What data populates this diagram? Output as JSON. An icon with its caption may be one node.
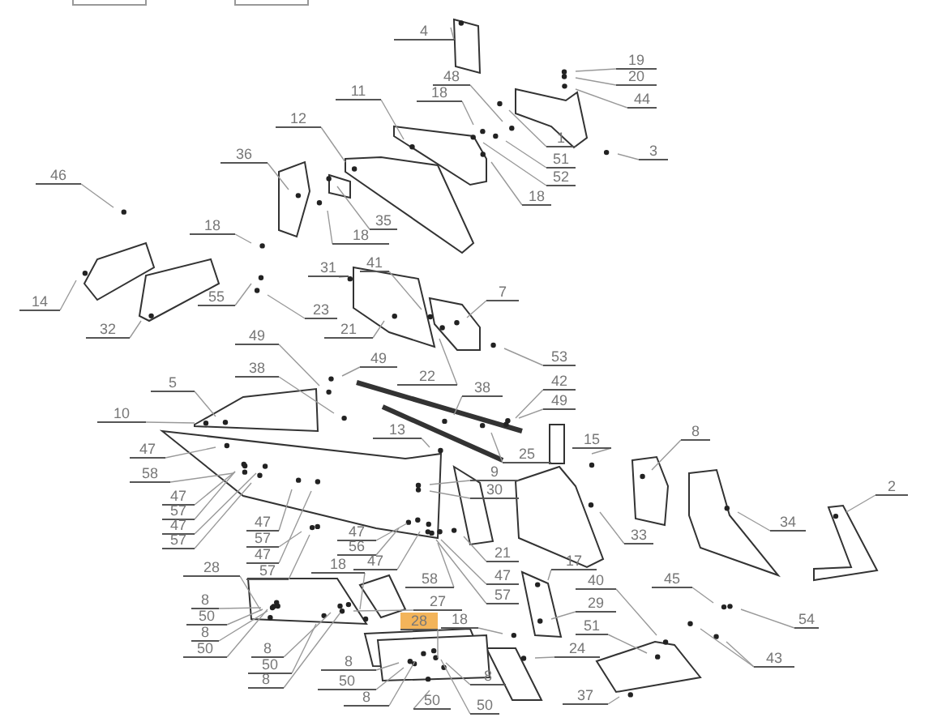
{
  "diagram": {
    "nodes": [
      {
        "text": [
          "4"
        ]
      },
      {
        "text": [
          "19"
        ]
      },
      {
        "text": [
          "48"
        ]
      },
      {
        "text": [
          "20"
        ]
      },
      {
        "text": [
          "11"
        ]
      },
      {
        "text": [
          "18"
        ]
      },
      {
        "text": [
          "44"
        ]
      },
      {
        "text": [
          "12"
        ]
      },
      {
        "text": [
          "1"
        ]
      },
      {
        "text": [
          "3"
        ]
      },
      {
        "text": [
          "36"
        ]
      },
      {
        "text": [
          "51"
        ]
      },
      {
        "text": [
          "46"
        ]
      },
      {
        "text": [
          "52"
        ]
      },
      {
        "text": [
          "18"
        ]
      },
      {
        "text": [
          "35"
        ]
      },
      {
        "text": [
          "18"
        ]
      },
      {
        "text": [
          "18"
        ]
      },
      {
        "text": [
          "31"
        ]
      },
      {
        "text": [
          "41"
        ]
      },
      {
        "text": [
          "7"
        ]
      },
      {
        "text": [
          "55"
        ]
      },
      {
        "text": [
          "14"
        ]
      },
      {
        "text": [
          "23"
        ]
      },
      {
        "text": [
          "32"
        ]
      },
      {
        "text": [
          "21"
        ]
      },
      {
        "text": [
          "49"
        ]
      },
      {
        "text": [
          "53"
        ]
      },
      {
        "text": [
          "49"
        ]
      },
      {
        "text": [
          "38"
        ]
      },
      {
        "text": [
          "22"
        ]
      },
      {
        "text": [
          "42"
        ]
      },
      {
        "text": [
          "5"
        ]
      },
      {
        "text": [
          "38"
        ]
      },
      {
        "text": [
          "49"
        ]
      },
      {
        "text": [
          "10"
        ]
      },
      {
        "text": [
          "13"
        ]
      },
      {
        "text": [
          "8"
        ]
      },
      {
        "text": [
          "15"
        ]
      },
      {
        "text": [
          "47"
        ]
      },
      {
        "text": [
          "25"
        ]
      },
      {
        "text": [
          "9"
        ]
      },
      {
        "text": [
          "58"
        ]
      },
      {
        "text": [
          "2"
        ]
      },
      {
        "text": [
          "30"
        ]
      },
      {
        "text": [
          "47"
        ]
      },
      {
        "text": [
          "57"
        ]
      },
      {
        "text": [
          "47"
        ]
      },
      {
        "text": [
          "34"
        ]
      },
      {
        "text": [
          "47"
        ]
      },
      {
        "text": [
          "47"
        ]
      },
      {
        "text": [
          "33"
        ]
      },
      {
        "text": [
          "57"
        ]
      },
      {
        "text": [
          "57"
        ]
      },
      {
        "text": [
          "56"
        ]
      },
      {
        "text": [
          "21"
        ]
      },
      {
        "text": [
          "47"
        ]
      },
      {
        "text": [
          "17"
        ]
      },
      {
        "text": [
          "47"
        ]
      },
      {
        "text": [
          "18"
        ]
      },
      {
        "text": [
          "28"
        ]
      },
      {
        "text": [
          "57"
        ]
      },
      {
        "text": [
          "47"
        ]
      },
      {
        "text": [
          "58"
        ]
      },
      {
        "text": [
          "40"
        ]
      },
      {
        "text": [
          "45"
        ]
      },
      {
        "text": [
          "57"
        ]
      },
      {
        "text": [
          "8"
        ]
      },
      {
        "text": [
          "27"
        ]
      },
      {
        "text": [
          "29"
        ]
      },
      {
        "text": [
          "50"
        ]
      },
      {
        "text": [
          "18"
        ]
      },
      {
        "text": [
          "28"
        ]
      },
      {
        "text": [
          "54"
        ]
      },
      {
        "text": [
          "51"
        ]
      },
      {
        "text": [
          "8"
        ]
      },
      {
        "text": [
          "50"
        ]
      },
      {
        "text": [
          "8"
        ]
      },
      {
        "text": [
          "24"
        ]
      },
      {
        "text": [
          "43"
        ]
      },
      {
        "text": [
          "8"
        ]
      },
      {
        "text": [
          "50"
        ]
      },
      {
        "text": [
          "8"
        ]
      },
      {
        "text": [
          "8"
        ]
      },
      {
        "text": [
          "50"
        ]
      },
      {
        "text": [
          "37"
        ]
      },
      {
        "text": [
          "8"
        ]
      },
      {
        "text": [
          "50"
        ]
      },
      {
        "text": [
          "50"
        ]
      }
    ],
    "edges": [
      {
        "from": 0,
        "to": null,
        "arrow": "none"
      },
      {
        "from": 1,
        "to": null,
        "arrow": "none"
      },
      {
        "from": 2,
        "to": null,
        "arrow": "none"
      },
      {
        "from": 3,
        "to": null,
        "arrow": "none"
      },
      {
        "from": 4,
        "to": null,
        "arrow": "none"
      },
      {
        "from": 5,
        "to": null,
        "arrow": "none"
      },
      {
        "from": 6,
        "to": null,
        "arrow": "none"
      },
      {
        "from": 7,
        "to": null,
        "arrow": "none"
      },
      {
        "from": 8,
        "to": null,
        "arrow": "none"
      },
      {
        "from": 9,
        "to": null,
        "arrow": "none"
      },
      {
        "from": 10,
        "to": null,
        "arrow": "none"
      },
      {
        "from": 11,
        "to": null,
        "arrow": "none"
      },
      {
        "from": 12,
        "to": null,
        "arrow": "none"
      },
      {
        "from": 13,
        "to": null,
        "arrow": "none"
      },
      {
        "from": 14,
        "to": null,
        "arrow": "none"
      },
      {
        "from": 15,
        "to": null,
        "arrow": "none"
      },
      {
        "from": 16,
        "to": null,
        "arrow": "none"
      },
      {
        "from": 17,
        "to": null,
        "arrow": "none"
      },
      {
        "from": 18,
        "to": null,
        "arrow": "none"
      },
      {
        "from": 19,
        "to": null,
        "arrow": "none"
      },
      {
        "from": 20,
        "to": null,
        "arrow": "none"
      },
      {
        "from": 21,
        "to": null,
        "arrow": "none"
      },
      {
        "from": 22,
        "to": null,
        "arrow": "none"
      },
      {
        "from": 23,
        "to": null,
        "arrow": "none"
      },
      {
        "from": 24,
        "to": null,
        "arrow": "none"
      },
      {
        "from": 25,
        "to": null,
        "arrow": "none"
      },
      {
        "from": 26,
        "to": null,
        "arrow": "none"
      },
      {
        "from": 27,
        "to": null,
        "arrow": "none"
      },
      {
        "from": 28,
        "to": null,
        "arrow": "none"
      },
      {
        "from": 29,
        "to": null,
        "arrow": "none"
      },
      {
        "from": 30,
        "to": null,
        "arrow": "none"
      },
      {
        "from": 31,
        "to": null,
        "arrow": "none"
      },
      {
        "from": 32,
        "to": null,
        "arrow": "none"
      },
      {
        "from": 33,
        "to": null,
        "arrow": "none"
      },
      {
        "from": 34,
        "to": null,
        "arrow": "none"
      },
      {
        "from": 35,
        "to": null,
        "arrow": "none"
      },
      {
        "from": 36,
        "to": null,
        "arrow": "none"
      },
      {
        "from": 37,
        "to": null,
        "arrow": "none"
      },
      {
        "from": 38,
        "to": null,
        "arrow": "none"
      },
      {
        "from": 39,
        "to": null,
        "arrow": "none"
      },
      {
        "from": 40,
        "to": null,
        "arrow": "none"
      },
      {
        "from": 41,
        "to": null,
        "arrow": "none"
      },
      {
        "from": 42,
        "to": null,
        "arrow": "none"
      },
      {
        "from": 43,
        "to": null,
        "arrow": "none"
      },
      {
        "from": 44,
        "to": null,
        "arrow": "none"
      },
      {
        "from": 45,
        "to": null,
        "arrow": "none"
      },
      {
        "from": 46,
        "to": null,
        "arrow": "none"
      },
      {
        "from": 47,
        "to": null,
        "arrow": "none"
      },
      {
        "from": 48,
        "to": null,
        "arrow": "none"
      },
      {
        "from": 49,
        "to": null,
        "arrow": "none"
      },
      {
        "from": 50,
        "to": null,
        "arrow": "none"
      },
      {
        "from": 51,
        "to": null,
        "arrow": "none"
      },
      {
        "from": 52,
        "to": null,
        "arrow": "none"
      },
      {
        "from": 53,
        "to": null,
        "arrow": "none"
      },
      {
        "from": 54,
        "to": null,
        "arrow": "none"
      },
      {
        "from": 55,
        "to": null,
        "arrow": "none"
      },
      {
        "from": 56,
        "to": null,
        "arrow": "none"
      },
      {
        "from": 57,
        "to": null,
        "arrow": "none"
      },
      {
        "from": 58,
        "to": null,
        "arrow": "none"
      },
      {
        "from": 59,
        "to": null,
        "arrow": "none"
      },
      {
        "from": 60,
        "to": null,
        "arrow": "none"
      },
      {
        "from": 61,
        "to": null,
        "arrow": "none"
      },
      {
        "from": 62,
        "to": null,
        "arrow": "none"
      },
      {
        "from": 63,
        "to": null,
        "arrow": "none"
      },
      {
        "from": 64,
        "to": null,
        "arrow": "none"
      },
      {
        "from": 65,
        "to": null,
        "arrow": "none"
      },
      {
        "from": 66,
        "to": null,
        "arrow": "none"
      },
      {
        "from": 67,
        "to": null,
        "arrow": "none"
      },
      {
        "from": 68,
        "to": null,
        "arrow": "none"
      },
      {
        "from": 69,
        "to": null,
        "arrow": "none"
      },
      {
        "from": 70,
        "to": null,
        "arrow": "none"
      },
      {
        "from": 71,
        "to": null,
        "arrow": "none"
      },
      {
        "from": 72,
        "to": null,
        "arrow": "none"
      },
      {
        "from": 73,
        "to": null,
        "arrow": "none"
      },
      {
        "from": 74,
        "to": null,
        "arrow": "none"
      },
      {
        "from": 75,
        "to": null,
        "arrow": "none"
      },
      {
        "from": 76,
        "to": null,
        "arrow": "none"
      },
      {
        "from": 77,
        "to": null,
        "arrow": "none"
      },
      {
        "from": 78,
        "to": null,
        "arrow": "none"
      },
      {
        "from": 79,
        "to": null,
        "arrow": "none"
      },
      {
        "from": 79,
        "to": null,
        "arrow": "none"
      },
      {
        "from": 80,
        "to": null,
        "arrow": "none"
      },
      {
        "from": 81,
        "to": null,
        "arrow": "none"
      },
      {
        "from": 82,
        "to": null,
        "arrow": "none"
      },
      {
        "from": 83,
        "to": null,
        "arrow": "none"
      },
      {
        "from": 84,
        "to": null,
        "arrow": "none"
      },
      {
        "from": 85,
        "to": null,
        "arrow": "none"
      },
      {
        "from": 86,
        "to": null,
        "arrow": "none"
      },
      {
        "from": 87,
        "to": null,
        "arrow": "none"
      },
      {
        "from": 88,
        "to": null,
        "arrow": "none"
      }
    ]
  }
}
